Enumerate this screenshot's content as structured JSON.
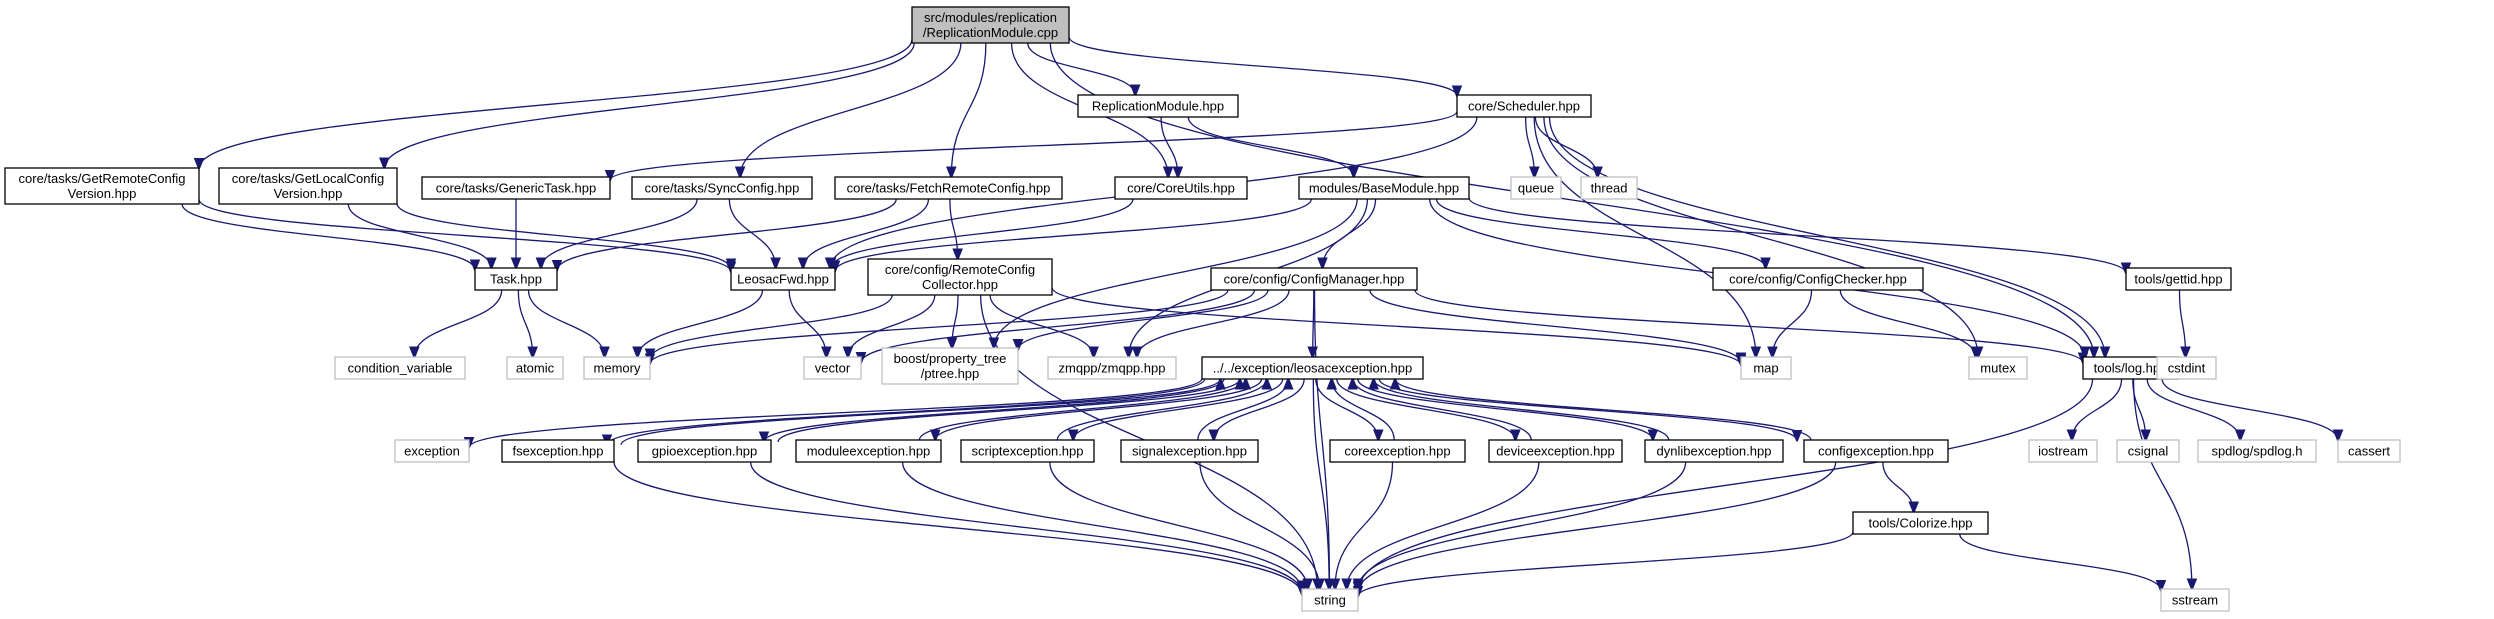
{
  "diagram": {
    "colors": {
      "edge": "#191970",
      "root_fill": "#bfbfbf",
      "node_border": "#000000",
      "leaf_border": "#bfbfbf"
    },
    "nodes": [
      {
        "id": "root",
        "lines": [
          "src/modules/replication",
          "/ReplicationModule.cpp"
        ]
      },
      {
        "id": "replmod_hpp",
        "lines": [
          "ReplicationModule.hpp"
        ]
      },
      {
        "id": "scheduler",
        "lines": [
          "core/Scheduler.hpp"
        ]
      },
      {
        "id": "getremote",
        "lines": [
          "core/tasks/GetRemoteConfig",
          "Version.hpp"
        ]
      },
      {
        "id": "getlocal",
        "lines": [
          "core/tasks/GetLocalConfig",
          "Version.hpp"
        ]
      },
      {
        "id": "generictask",
        "lines": [
          "core/tasks/GenericTask.hpp"
        ]
      },
      {
        "id": "syncconfig",
        "lines": [
          "core/tasks/SyncConfig.hpp"
        ]
      },
      {
        "id": "fetchremote",
        "lines": [
          "core/tasks/FetchRemoteConfig.hpp"
        ]
      },
      {
        "id": "coreutils",
        "lines": [
          "core/CoreUtils.hpp"
        ]
      },
      {
        "id": "basemodule",
        "lines": [
          "modules/BaseModule.hpp"
        ]
      },
      {
        "id": "queue",
        "lines": [
          "queue"
        ]
      },
      {
        "id": "thread",
        "lines": [
          "thread"
        ]
      },
      {
        "id": "taskhpp",
        "lines": [
          "Task.hpp"
        ]
      },
      {
        "id": "leosacfwd",
        "lines": [
          "LeosacFwd.hpp"
        ]
      },
      {
        "id": "remotecollector",
        "lines": [
          "core/config/RemoteConfig",
          "Collector.hpp"
        ]
      },
      {
        "id": "configmanager",
        "lines": [
          "core/config/ConfigManager.hpp"
        ]
      },
      {
        "id": "configchecker",
        "lines": [
          "core/config/ConfigChecker.hpp"
        ]
      },
      {
        "id": "gettid",
        "lines": [
          "tools/gettid.hpp"
        ]
      },
      {
        "id": "condvar",
        "lines": [
          "condition_variable"
        ]
      },
      {
        "id": "atomic",
        "lines": [
          "atomic"
        ]
      },
      {
        "id": "memory",
        "lines": [
          "memory"
        ]
      },
      {
        "id": "vector",
        "lines": [
          "vector"
        ]
      },
      {
        "id": "ptree",
        "lines": [
          "boost/property_tree",
          "/ptree.hpp"
        ]
      },
      {
        "id": "zmqpp",
        "lines": [
          "zmqpp/zmqpp.hpp"
        ]
      },
      {
        "id": "map",
        "lines": [
          "map"
        ]
      },
      {
        "id": "mutex",
        "lines": [
          "mutex"
        ]
      },
      {
        "id": "loghpp",
        "lines": [
          "tools/log.hpp"
        ]
      },
      {
        "id": "cstdint",
        "lines": [
          "cstdint"
        ]
      },
      {
        "id": "leosacexc",
        "lines": [
          "../../exception/leosacexception.hpp"
        ]
      },
      {
        "id": "exception",
        "lines": [
          "exception"
        ]
      },
      {
        "id": "fsexc",
        "lines": [
          "fsexception.hpp"
        ]
      },
      {
        "id": "gpioexc",
        "lines": [
          "gpioexception.hpp"
        ]
      },
      {
        "id": "moduleexc",
        "lines": [
          "moduleexception.hpp"
        ]
      },
      {
        "id": "scriptexc",
        "lines": [
          "scriptexception.hpp"
        ]
      },
      {
        "id": "signalexc",
        "lines": [
          "signalexception.hpp"
        ]
      },
      {
        "id": "coreexc",
        "lines": [
          "coreexception.hpp"
        ]
      },
      {
        "id": "deviceexc",
        "lines": [
          "deviceexception.hpp"
        ]
      },
      {
        "id": "dynlibexc",
        "lines": [
          "dynlibexception.hpp"
        ]
      },
      {
        "id": "configexc",
        "lines": [
          "configexception.hpp"
        ]
      },
      {
        "id": "iostream",
        "lines": [
          "iostream"
        ]
      },
      {
        "id": "csignal",
        "lines": [
          "csignal"
        ]
      },
      {
        "id": "spdlog",
        "lines": [
          "spdlog/spdlog.h"
        ]
      },
      {
        "id": "cassert",
        "lines": [
          "cassert"
        ]
      },
      {
        "id": "colorize",
        "lines": [
          "tools/Colorize.hpp"
        ]
      },
      {
        "id": "string",
        "lines": [
          "string"
        ]
      },
      {
        "id": "sstream",
        "lines": [
          "sstream"
        ]
      }
    ],
    "edges": [
      [
        "root",
        "getremote"
      ],
      [
        "root",
        "getlocal"
      ],
      [
        "root",
        "syncconfig"
      ],
      [
        "root",
        "fetchremote"
      ],
      [
        "root",
        "coreutils"
      ],
      [
        "root",
        "replmod_hpp"
      ],
      [
        "root",
        "scheduler"
      ],
      [
        "root",
        "loghpp"
      ],
      [
        "replmod_hpp",
        "coreutils"
      ],
      [
        "replmod_hpp",
        "basemodule"
      ],
      [
        "scheduler",
        "generictask"
      ],
      [
        "scheduler",
        "queue"
      ],
      [
        "scheduler",
        "thread"
      ],
      [
        "scheduler",
        "leosacfwd"
      ],
      [
        "scheduler",
        "map"
      ],
      [
        "scheduler",
        "mutex"
      ],
      [
        "scheduler",
        "loghpp"
      ],
      [
        "getremote",
        "taskhpp"
      ],
      [
        "getremote",
        "leosacfwd"
      ],
      [
        "getlocal",
        "taskhpp"
      ],
      [
        "getlocal",
        "leosacfwd"
      ],
      [
        "generictask",
        "taskhpp"
      ],
      [
        "syncconfig",
        "taskhpp"
      ],
      [
        "syncconfig",
        "leosacfwd"
      ],
      [
        "fetchremote",
        "taskhpp"
      ],
      [
        "fetchremote",
        "leosacfwd"
      ],
      [
        "fetchremote",
        "remotecollector"
      ],
      [
        "coreutils",
        "leosacfwd"
      ],
      [
        "basemodule",
        "leosacfwd"
      ],
      [
        "basemodule",
        "configmanager"
      ],
      [
        "basemodule",
        "configchecker"
      ],
      [
        "basemodule",
        "gettid"
      ],
      [
        "basemodule",
        "loghpp"
      ],
      [
        "basemodule",
        "ptree"
      ],
      [
        "basemodule",
        "zmqpp"
      ],
      [
        "taskhpp",
        "condvar"
      ],
      [
        "taskhpp",
        "atomic"
      ],
      [
        "taskhpp",
        "memory"
      ],
      [
        "leosacfwd",
        "memory"
      ],
      [
        "leosacfwd",
        "vector"
      ],
      [
        "remotecollector",
        "memory"
      ],
      [
        "remotecollector",
        "vector"
      ],
      [
        "remotecollector",
        "ptree"
      ],
      [
        "remotecollector",
        "zmqpp"
      ],
      [
        "remotecollector",
        "map"
      ],
      [
        "remotecollector",
        "string"
      ],
      [
        "configmanager",
        "memory"
      ],
      [
        "configmanager",
        "vector"
      ],
      [
        "configmanager",
        "ptree"
      ],
      [
        "configmanager",
        "zmqpp"
      ],
      [
        "configmanager",
        "map"
      ],
      [
        "configmanager",
        "leosacexc"
      ],
      [
        "configmanager",
        "loghpp"
      ],
      [
        "configmanager",
        "string"
      ],
      [
        "configchecker",
        "map"
      ],
      [
        "configchecker",
        "mutex"
      ],
      [
        "gettid",
        "cstdint"
      ],
      [
        "loghpp",
        "iostream"
      ],
      [
        "loghpp",
        "csignal"
      ],
      [
        "loghpp",
        "spdlog"
      ],
      [
        "loghpp",
        "cassert"
      ],
      [
        "loghpp",
        "string"
      ],
      [
        "loghpp",
        "sstream"
      ],
      [
        "leosacexc",
        "exception"
      ],
      [
        "leosacexc",
        "string"
      ],
      [
        "fsexc",
        "leosacexc"
      ],
      [
        "leosacexc",
        "fsexc"
      ],
      [
        "gpioexc",
        "leosacexc"
      ],
      [
        "leosacexc",
        "gpioexc"
      ],
      [
        "moduleexc",
        "leosacexc"
      ],
      [
        "leosacexc",
        "moduleexc"
      ],
      [
        "scriptexc",
        "leosacexc"
      ],
      [
        "leosacexc",
        "scriptexc"
      ],
      [
        "signalexc",
        "leosacexc"
      ],
      [
        "leosacexc",
        "signalexc"
      ],
      [
        "coreexc",
        "leosacexc"
      ],
      [
        "leosacexc",
        "coreexc"
      ],
      [
        "deviceexc",
        "leosacexc"
      ],
      [
        "leosacexc",
        "deviceexc"
      ],
      [
        "dynlibexc",
        "leosacexc"
      ],
      [
        "leosacexc",
        "dynlibexc"
      ],
      [
        "configexc",
        "leosacexc"
      ],
      [
        "leosacexc",
        "configexc"
      ],
      [
        "fsexc",
        "string"
      ],
      [
        "gpioexc",
        "string"
      ],
      [
        "moduleexc",
        "string"
      ],
      [
        "scriptexc",
        "string"
      ],
      [
        "signalexc",
        "string"
      ],
      [
        "coreexc",
        "string"
      ],
      [
        "deviceexc",
        "string"
      ],
      [
        "dynlibexc",
        "string"
      ],
      [
        "configexc",
        "string"
      ],
      [
        "configexc",
        "colorize"
      ],
      [
        "colorize",
        "string"
      ],
      [
        "colorize",
        "sstream"
      ]
    ]
  }
}
